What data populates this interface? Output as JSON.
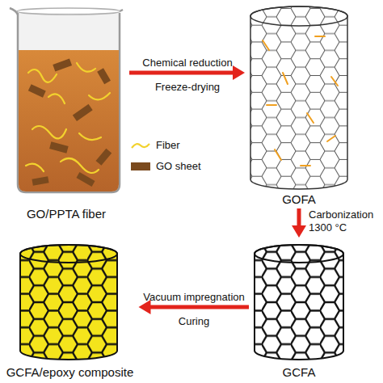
{
  "diagram": {
    "nodes": [
      {
        "text": [
          "GO/PPTA fiber"
        ]
      },
      {
        "text": [
          "GOFA"
        ]
      },
      {
        "text": [
          "GCFA"
        ]
      },
      {
        "text": [
          "GCFA/epoxy composite"
        ]
      }
    ],
    "edges": [
      {
        "from": 0,
        "to": 1,
        "arrow": "to",
        "label": "Chemical reduction"
      },
      {
        "from": 1,
        "to": 2,
        "arrow": "to",
        "label": "Carbonization 1300 °C"
      },
      {
        "from": 2,
        "to": 3,
        "arrow": "to",
        "label": "Vacuum impregnation"
      }
    ],
    "labels": [
      "Freeze-drying",
      "Curing"
    ],
    "legend": [
      {
        "text": "Fiber"
      },
      {
        "text": "GO sheet",
        "color": "#7b4a1e"
      }
    ]
  }
}
